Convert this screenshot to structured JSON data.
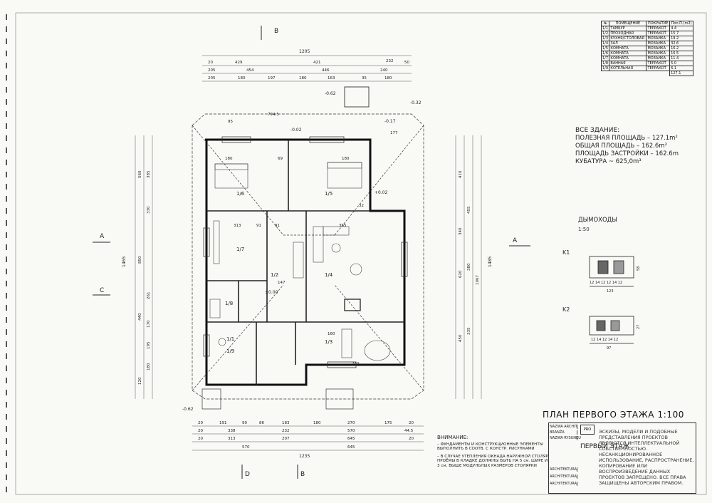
{
  "drawing": {
    "title": "ПЛАН ПЕРВОГО ЭТАЖА 1:100",
    "sections": [
      "A",
      "A",
      "B",
      "B",
      "C",
      "D"
    ],
    "overall_width_top": "1205",
    "overall_width_bottom": "1235",
    "overall_height_left": "1465",
    "overall_height_right": "1485",
    "dims_top_row1": [
      "20",
      "429",
      "421",
      "232",
      "50"
    ],
    "dims_top_row2": [
      "205",
      "454",
      "446",
      "240"
    ],
    "dims_top_row3": [
      "205",
      "180",
      "197",
      "180",
      "163",
      "35",
      "180"
    ],
    "dims_bottom_row1": [
      "20",
      "191",
      "90",
      "86",
      "183",
      "180",
      "270",
      "175",
      "20"
    ],
    "dims_bottom_row2": [
      "20",
      "338",
      "232",
      "570",
      "44.5"
    ],
    "dims_bottom_row3": [
      "20",
      "313",
      "207",
      "645",
      "20"
    ],
    "dims_bottom_row4": [
      "570",
      "645"
    ],
    "dims_left": [
      "560",
      "385",
      "330",
      "850",
      "261",
      "440",
      "170",
      "195",
      "180",
      "120"
    ],
    "dims_right": [
      "410",
      "455",
      "340",
      "1067",
      "335",
      "620",
      "380",
      "450"
    ],
    "levels": [
      "-0.62",
      "±0.00",
      "-0.02",
      "-0.17",
      "-0.32",
      "+0.02",
      "-0.62"
    ],
    "room_numbers": [
      "1/1",
      "1/2",
      "1/3",
      "1/4",
      "1/5",
      "1/6",
      "1/7",
      "1/8",
      "1/9"
    ],
    "interior_dims": [
      "180",
      "69",
      "180",
      "313",
      "91",
      "91",
      "365",
      "147",
      "160",
      "240",
      "794.5",
      "177",
      "95",
      "32"
    ]
  },
  "rooms_table": {
    "headers": [
      "№",
      "ПОМЕЩЕНИЕ",
      "ПОКРЫТИЕ",
      "Пол.П.(m2)"
    ],
    "rows": [
      [
        "1/1",
        "ТАМБУР",
        "ТЕРРАКОТ",
        "4.4"
      ],
      [
        "1/2",
        "ПРОХОДНАЯ",
        "ТЕРРАКОТ",
        "15.7"
      ],
      [
        "1/3",
        "КУХНЯ/СТОЛОВАЯ",
        "МОЗАИКА",
        "19.2"
      ],
      [
        "1/4",
        "ЗАЛ",
        "МОЗАИКА",
        "32.6"
      ],
      [
        "1/5",
        "КОМНАТА",
        "МОЗАИКА",
        "16.2"
      ],
      [
        "1/6",
        "КОМНАТА",
        "МОЗАИКА",
        "16.5"
      ],
      [
        "1/7",
        "КОМНАТА",
        "МОЗАИКА",
        "11.4"
      ],
      [
        "1/8",
        "ВАННАЯ",
        "ТЕРРАКОТ",
        "5.0"
      ],
      [
        "1/9",
        "КОТЕЛЬНАЯ",
        "ТЕРРАКОТ",
        "6.1"
      ]
    ],
    "total": "127.1"
  },
  "summary": {
    "heading": "ВСЕ ЗДАНИЕ:",
    "line1": "ПОЛЕЗНАЯ ПЛОЩАДЬ – 127.1m²",
    "line2": "ОБЩАЯ ПЛОЩАДЬ – 162.6m²",
    "line3": "ПЛОЩАДЬ ЗАСТРОЙКИ – 162.6m",
    "line4": "КУБАТУРА ~ 625,0m³"
  },
  "chimneys": {
    "title": "ДЫМОХОДЫ",
    "scale": "1:50",
    "k1": "K1",
    "k2": "K2",
    "k1_dims": "12 14 12 12 14 12",
    "k1_width": "123",
    "k2_dims": "12 14 12 14 12",
    "k2_width": "97",
    "k1_height": "58",
    "k2_height": "27"
  },
  "notes": {
    "title": "ВНИМАНИЕ:",
    "items": [
      "– ФУНДАМЕНТЫ И КОНСТРУКЦИОННЫЕ ЭЛЕМЕНТЫ ВЫПОЛНИТЬ В СООТВ. С КОНСТР. РИСУНКАМИ",
      "– В СЛУЧАЕ УТЕПЛЕНИЯ ОКНАДА НАРУЖНОЙ СТОЛЯРКИ ПРОЁМЫ В КЛАДКЕ ДОЛЖНЫ БЫТЬ НА 5 см. ШИРЕ И НА 3 см. ВЫШЕ МОДУЛЬНЫХ РАЗМЕРОВ СТОЛЯРКИ"
    ]
  },
  "title_block": {
    "rows": [
      "NAZWA ARCHIT.",
      "BRANŻA",
      "NAZWA RYSUNKU",
      "ARCHITEKTURA",
      "ARCHITEKTURA",
      "ARCHITEKTURA"
    ],
    "main_text": "ЭСКИЗЫ, МОДЕЛИ И ПОДОБНЫЕ ПРЕДСТАВЛЕНИЯ ПРОЕКТОВ ЯВЛЯЮТСЯ ИНТЕЛЛЕКТУАЛЬНОЙ СОБСТВЕННОСТЬЮ. НЕСАНКЦИОНИРОВАННОЕ ИСПОЛЬЗОВАНИЕ, РАСПРОСТРАНЕНИЕ, КОПИРОВАНИЕ ИЛИ ВОСПРОИЗВЕДЕНИЕ ДАННЫХ ПРОЕКТОВ ЗАПРЕЩЕНО. ВСЕ ПРАВА ЗАЩИЩЕНЫ АВТОРСКИМ ПРАВОМ.",
    "project": "ПЕРВЫЙ ЭТАЖ",
    "stamp": "PRO"
  }
}
